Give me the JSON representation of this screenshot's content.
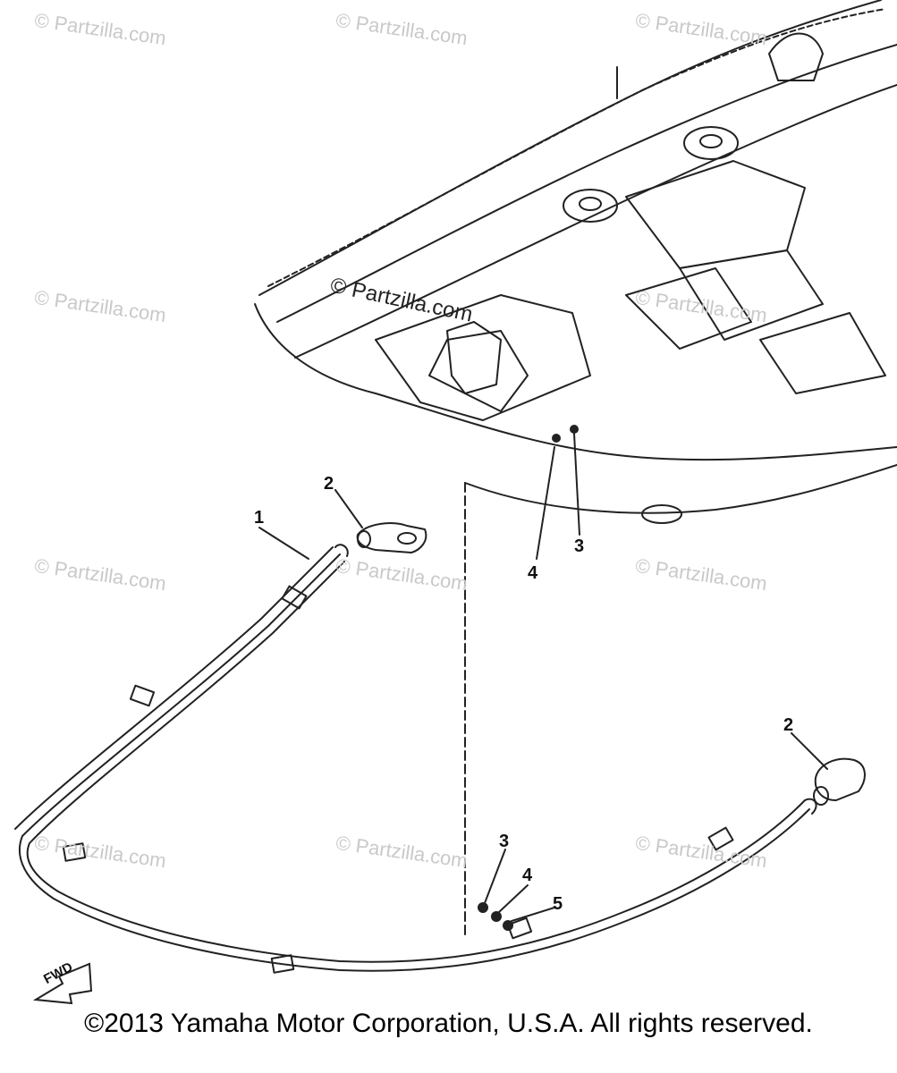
{
  "watermark_text": "© Partzilla.com",
  "center_watermark_text": "© Partzilla.com",
  "callouts": {
    "c1": "1",
    "c2a": "2",
    "c2b": "2",
    "c3a": "3",
    "c3b": "3",
    "c4a": "4",
    "c4b": "4",
    "c5": "5"
  },
  "fwd_label": "FWD",
  "copyright": "©2013  Yamaha Motor Corporation, U.S.A. All rights reserved.",
  "colors": {
    "line": "#222222",
    "watermark": "#c9c9c9",
    "background": "#ffffff"
  }
}
